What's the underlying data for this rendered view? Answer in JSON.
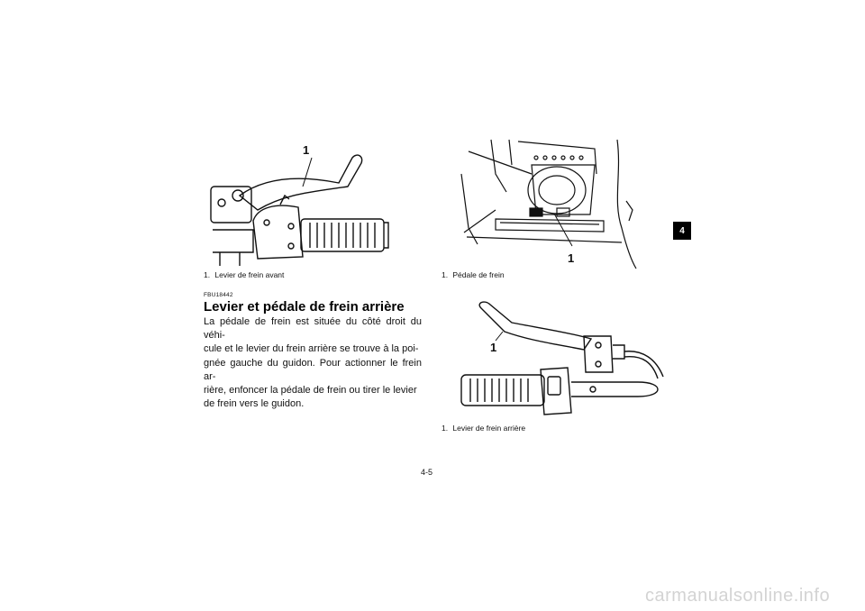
{
  "figures": {
    "front_lever": {
      "callout": "1",
      "caption_num": "1.",
      "caption_text": "Levier de frein avant"
    },
    "brake_pedal": {
      "callout": "1",
      "caption_num": "1.",
      "caption_text": "Pédale de frein"
    },
    "rear_lever": {
      "callout": "1",
      "caption_num": "1.",
      "caption_text": "Levier de frein arrière"
    }
  },
  "section": {
    "code": "FBU18442",
    "title": "Levier et pédale de frein arrière",
    "lines": [
      "La pédale de frein est située du côté droit du véhi-",
      "cule et le levier du frein arrière se trouve à la poi-",
      "gnée gauche du guidon. Pour actionner le frein ar-",
      "rière, enfoncer la pédale de frein ou tirer le levier",
      "de frein vers le guidon."
    ]
  },
  "chapter_tab": "4",
  "page_number": "4-5",
  "watermark": "carmanualsonline.info"
}
